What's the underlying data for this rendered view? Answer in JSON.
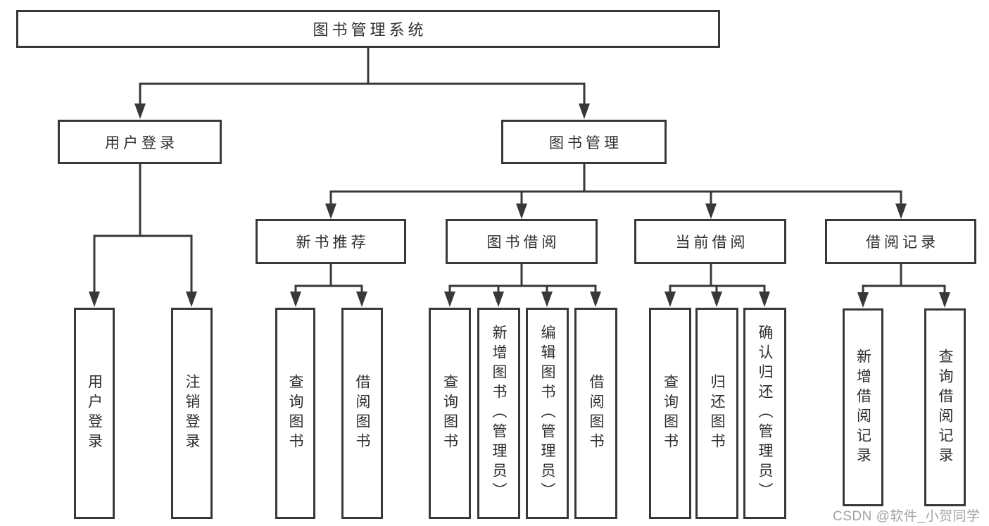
{
  "diagram": {
    "root": {
      "label": "图书管理系统"
    },
    "level2": [
      {
        "label": "用户登录"
      },
      {
        "label": "图书管理"
      }
    ],
    "level3": [
      {
        "label": "新书推荐",
        "parent": "图书管理"
      },
      {
        "label": "图书借阅",
        "parent": "图书管理"
      },
      {
        "label": "当前借阅",
        "parent": "图书管理"
      },
      {
        "label": "借阅记录",
        "parent": "图书管理"
      }
    ],
    "leaves": [
      {
        "label": "用户登录",
        "parent": "用户登录"
      },
      {
        "label": "注销登录",
        "parent": "用户登录"
      },
      {
        "label": "查询图书",
        "parent": "新书推荐"
      },
      {
        "label": "借阅图书",
        "parent": "新书推荐"
      },
      {
        "label": "查询图书",
        "parent": "图书借阅"
      },
      {
        "label": "新增图书（管理员）",
        "parent": "图书借阅"
      },
      {
        "label": "编辑图书（管理员）",
        "parent": "图书借阅"
      },
      {
        "label": "借阅图书",
        "parent": "图书借阅"
      },
      {
        "label": "查询图书",
        "parent": "当前借阅"
      },
      {
        "label": "归还图书",
        "parent": "当前借阅"
      },
      {
        "label": "确认归还（管理员）",
        "parent": "当前借阅"
      },
      {
        "label": "新增借阅记录",
        "parent": "借阅记录"
      },
      {
        "label": "查询借阅记录",
        "parent": "借阅记录"
      }
    ]
  },
  "watermark": {
    "text": "CSDN @软件_小贺同学"
  },
  "colors": {
    "line": "#383838",
    "text": "#2f2f2f",
    "watermark": "#a3a3a3",
    "background": "#ffffff"
  }
}
